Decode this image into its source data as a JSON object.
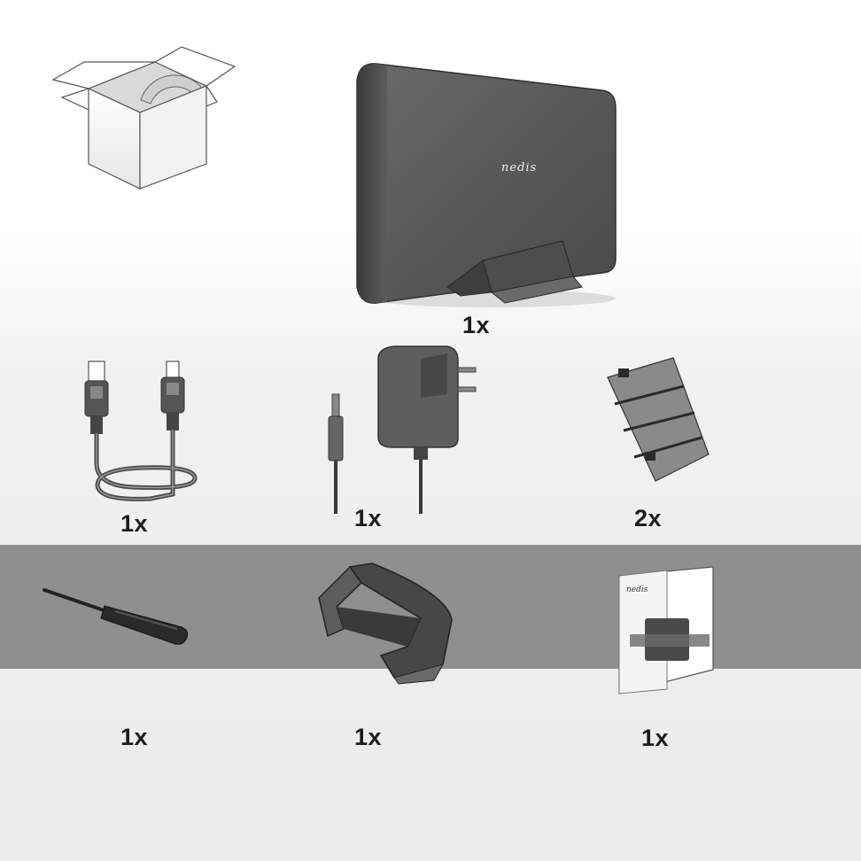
{
  "brand": {
    "logo_text": "nedis"
  },
  "items": [
    {
      "id": "enclosure",
      "qty": "1x"
    },
    {
      "id": "usb-cable",
      "qty": "1x"
    },
    {
      "id": "power-adapter",
      "qty": "1x"
    },
    {
      "id": "rails",
      "qty": "2x"
    },
    {
      "id": "screwdriver",
      "qty": "1x"
    },
    {
      "id": "stand",
      "qty": "1x"
    },
    {
      "id": "manual",
      "qty": "1x"
    }
  ]
}
